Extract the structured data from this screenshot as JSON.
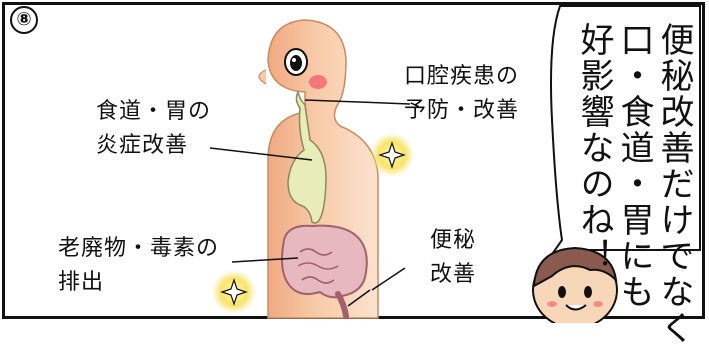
{
  "panel": {
    "number": "⑧"
  },
  "labels": {
    "mouth": {
      "line1": "口腔疾患の",
      "line2": "予防・改善"
    },
    "esophagus": {
      "line1": "食道・胃の",
      "line2": "炎症改善"
    },
    "waste": {
      "line1": "老廃物・毒素の",
      "line2": "排出"
    },
    "constipation": {
      "line1": "便秘",
      "line2": "改善"
    }
  },
  "speech_bubble": {
    "line1": "便秘改善だけでなく",
    "line2": "口・食道・胃にも",
    "line3": "好影響なのね！"
  },
  "icons": [
    "sparkle-icon",
    "sparkle-icon",
    "cheek-blush-icon"
  ],
  "colors": {
    "skin": "#f8cba8",
    "skin_shade": "#f0a982",
    "organ": "#e7ecb8",
    "intestine": "#e8b8c0",
    "sparkle": "#f7e46a",
    "blush": "#f45a6a"
  }
}
